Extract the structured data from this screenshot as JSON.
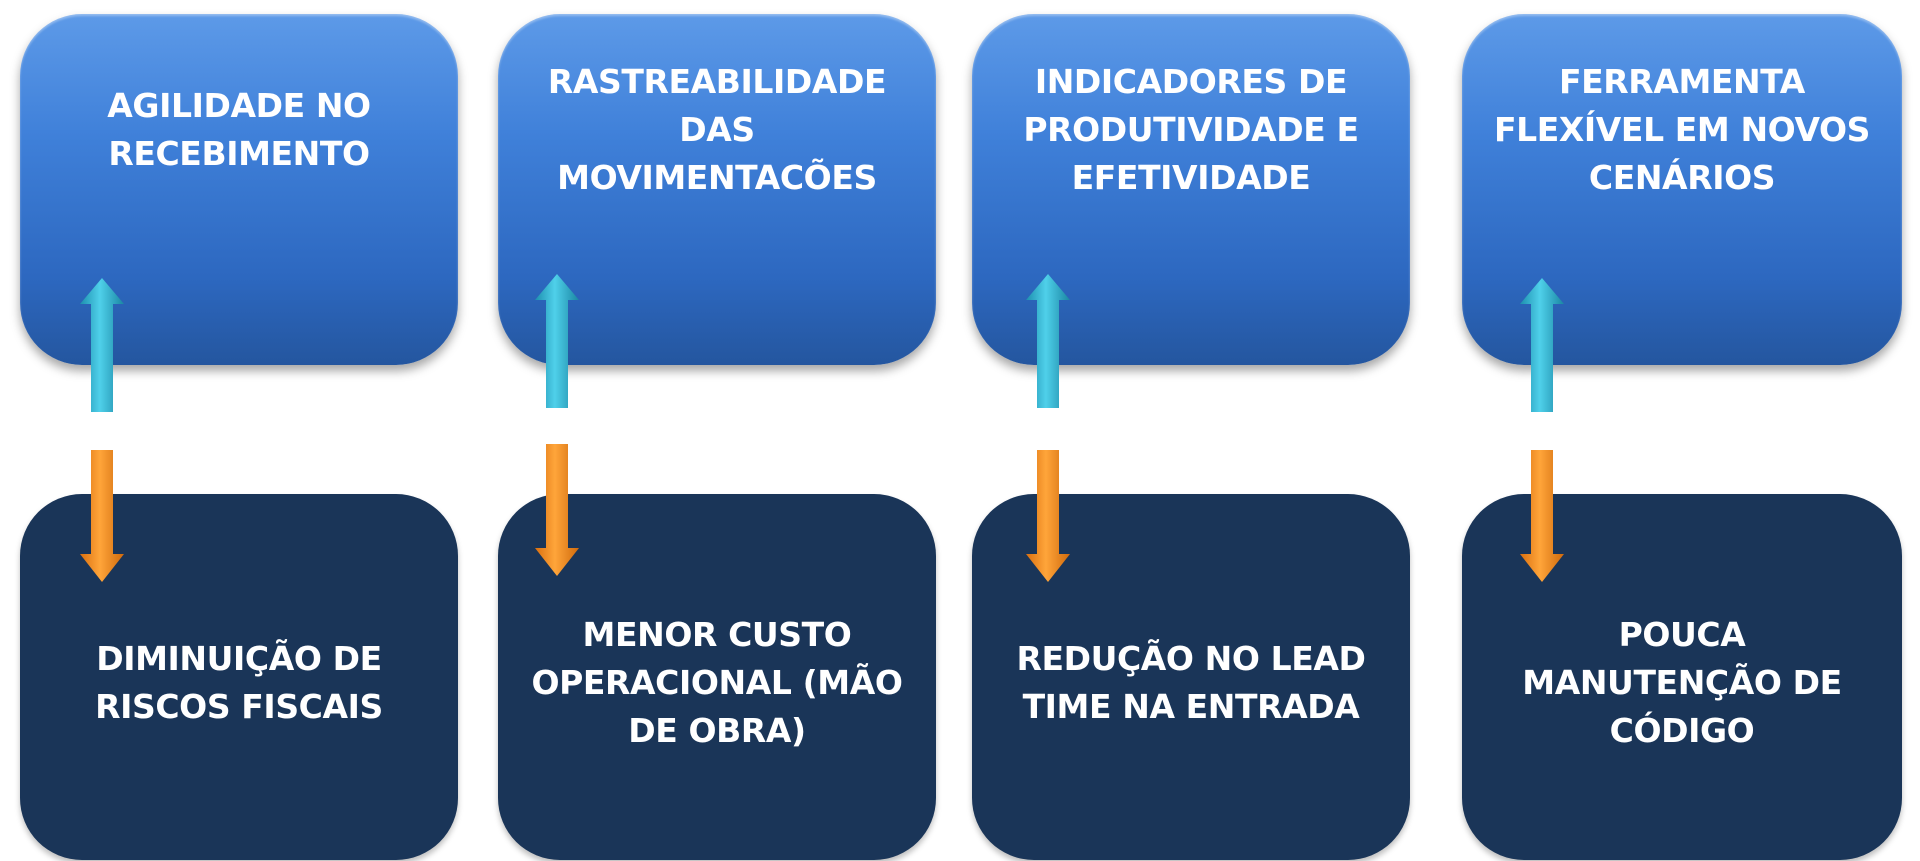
{
  "benefits": [
    {
      "top_label": "AGILIDADE NO\nRECEBIMENTO",
      "bottom_label": "DIMINUIÇÃO DE\nRISCOS FISCAIS"
    },
    {
      "top_label": "RASTREABILIDADE\nDAS\nMOVIMENTACÕES",
      "bottom_label": "MENOR CUSTO\nOPERACIONAL (MÃO\nDE OBRA)"
    },
    {
      "top_label": "INDICADORES DE\nPRODUTIVIDADE E\nEFETIVIDADE",
      "bottom_label": "REDUÇÃO NO LEAD\nTIME NA ENTRADA"
    },
    {
      "top_label": "FERRAMENTA\nFLEXÍVEL EM NOVOS\nCENÁRIOS",
      "bottom_label": "POUCA\nMANUTENÇÃO DE\nCÓDIGO"
    }
  ],
  "colors": {
    "top_card": "#3f80d9",
    "bottom_card": "#1a3558",
    "up_arrow": "#2fb3cf",
    "down_arrow": "#f08a1c"
  }
}
